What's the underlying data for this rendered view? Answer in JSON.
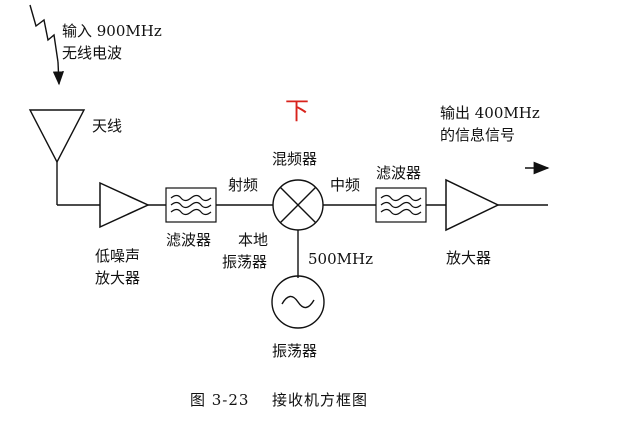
{
  "diagram": {
    "input_label_line1": "输入 900MHz",
    "input_label_line2": "无线电波",
    "antenna_label": "天线",
    "lna_label_line1": "低噪声",
    "lna_label_line2": "放大器",
    "filter1_label": "滤波器",
    "rf_label": "射频",
    "annotation_mark": "下",
    "mixer_label": "混频器",
    "lo_label_line1": "本地",
    "lo_label_line2": "振荡器",
    "lo_freq_label": "500MHz",
    "oscillator_label": "振荡器",
    "if_label": "中频",
    "filter2_label": "滤波器",
    "output_label_line1": "输出 400MHz",
    "output_label_line2": "的信息信号",
    "amp_label": "放大器"
  },
  "caption": {
    "figure_number": "图 3-23",
    "title": "接收机方框图"
  },
  "colors": {
    "ink": "#111111",
    "annotation": "#d8231c"
  }
}
